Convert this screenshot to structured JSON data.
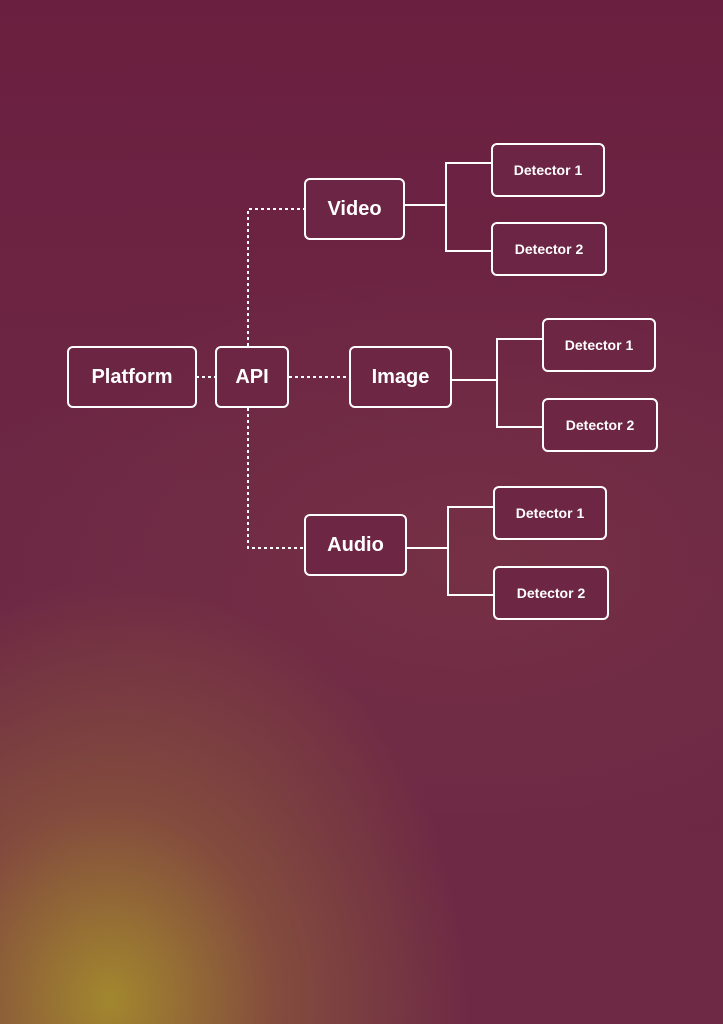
{
  "diagram": {
    "nodes": {
      "platform": "Platform",
      "api": "API",
      "video": "Video",
      "image": "Image",
      "audio": "Audio",
      "video_detector_1": "Detector 1",
      "video_detector_2": "Detector 2",
      "image_detector_1": "Detector 1",
      "image_detector_2": "Detector 2",
      "audio_detector_1": "Detector 1",
      "audio_detector_2": "Detector 2"
    },
    "colors": {
      "background": "#6a2342",
      "node_border": "#ffffff",
      "text": "#ffffff",
      "glow": "#a58c2d"
    }
  }
}
